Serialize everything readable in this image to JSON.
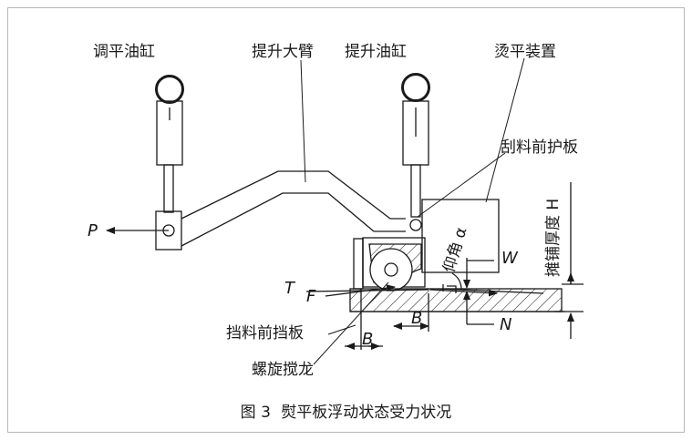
{
  "figure": {
    "caption_number": "图 3",
    "caption_title": "熨平板浮动状态受力状况"
  },
  "labels": {
    "leveling_cylinder": "调平油缸",
    "lift_arm": "提升大臂",
    "lift_cylinder": "提升油缸",
    "screed_unit": "烫平装置",
    "front_scraper_guard": "刮料前护板",
    "attack_angle": "仰角 α",
    "paving_thickness": "摊铺厚度 H",
    "front_baffle": "挡料前挡板",
    "auger": "螺旋搅龙"
  },
  "symbols": {
    "p": "P",
    "t": "T",
    "f": "F",
    "w": "W",
    "n": "N",
    "b_upper": "B",
    "b_lower": "B"
  },
  "colors": {
    "line": "#1a1a1a",
    "frame": "#b9b9b9",
    "background": "#ffffff"
  }
}
